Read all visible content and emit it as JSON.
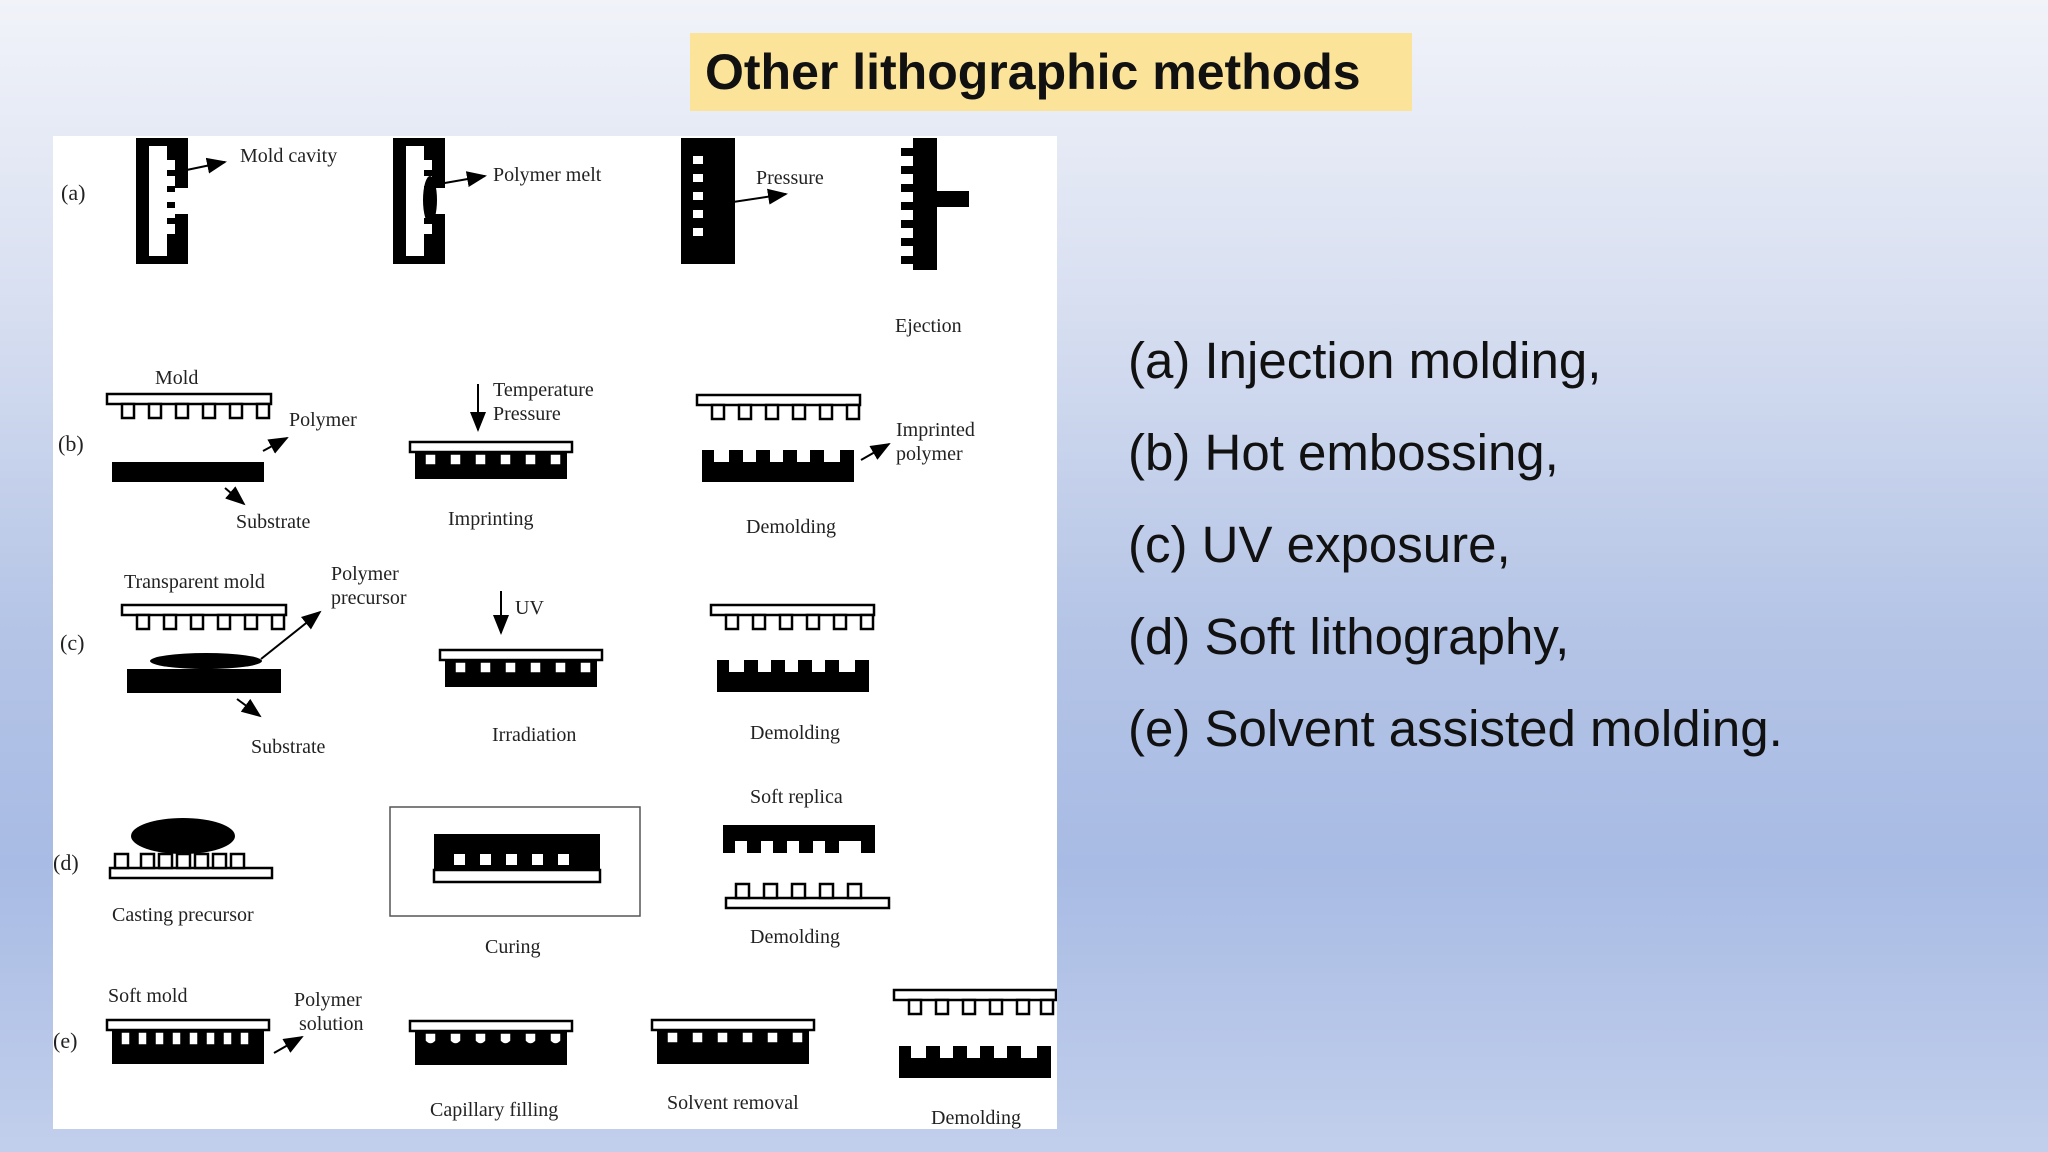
{
  "title": "Other lithographic methods",
  "methods": [
    "(a) Injection molding,",
    "(b) Hot embossing,",
    "(c) UV exposure,",
    "(d) Soft lithography,",
    "(e) Solvent assisted molding."
  ],
  "figure": {
    "row_a": {
      "label": "(a)",
      "mold_cavity": "Mold cavity",
      "polymer_melt": "Polymer melt",
      "pressure": "Pressure",
      "ejection": "Ejection"
    },
    "row_b": {
      "label": "(b)",
      "mold": "Mold",
      "polymer": "Polymer",
      "substrate": "Substrate",
      "temperature": "Temperature",
      "pressure": "Pressure",
      "imprinting": "Imprinting",
      "imprinted": "Imprinted",
      "polymer2": "polymer",
      "demolding": "Demolding"
    },
    "row_c": {
      "label": "(c)",
      "transparent_mold": "Transparent mold",
      "polymer": "Polymer",
      "precursor": "precursor",
      "substrate": "Substrate",
      "uv": "UV",
      "irradiation": "Irradiation",
      "demolding": "Demolding"
    },
    "row_d": {
      "label": "(d)",
      "casting_precursor": "Casting precursor",
      "curing": "Curing",
      "soft_replica": "Soft replica",
      "demolding": "Demolding"
    },
    "row_e": {
      "label": "(e)",
      "soft_mold": "Soft mold",
      "polymer": "Polymer",
      "solution": "solution",
      "capillary_filling": "Capillary filling",
      "solvent_removal": "Solvent removal",
      "demolding": "Demolding"
    }
  }
}
